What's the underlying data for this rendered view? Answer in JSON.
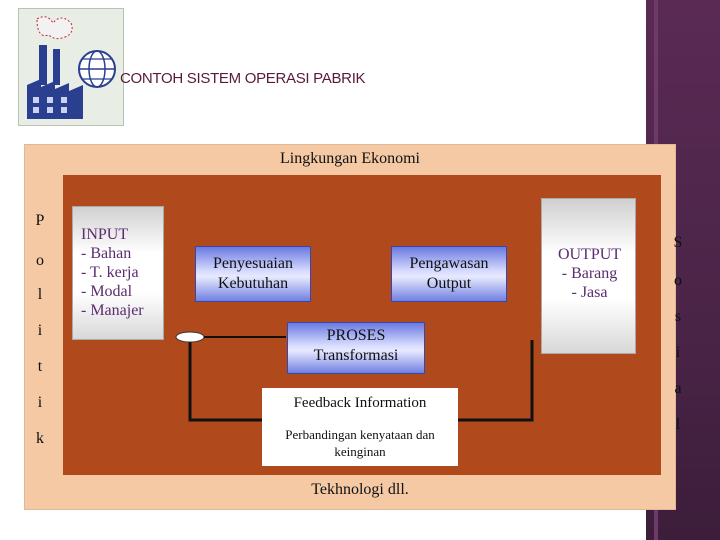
{
  "header": {
    "title": "CONTOH SISTEM OPERASI PABRIK"
  },
  "frame": {
    "top_label": "Lingkungan Ekonomi",
    "bottom_label": "Tekhnologi dll."
  },
  "left_column": [
    "P",
    "o",
    "l",
    "i",
    "t",
    "i",
    "k"
  ],
  "right_column": [
    "S",
    "o",
    "s",
    "i",
    "a",
    "l"
  ],
  "input_box": {
    "text": "INPUT\n- Bahan\n- T. kerja\n- Modal\n- Manajer"
  },
  "output_box": {
    "line1": "OUTPUT",
    "line2": "- Barang",
    "line3": "- Jasa"
  },
  "penyesuaian": {
    "line1": "Penyesuaian",
    "line2": "Kebutuhan"
  },
  "pengawasan": {
    "line1": "Pengawasan",
    "line2": "Output"
  },
  "proses": {
    "line1": "PROSES",
    "line2": "Transformasi"
  },
  "feedback": {
    "label": "Feedback Information"
  },
  "perbandingan": {
    "line1": "Perbandingan kenyataan dan",
    "line2": "keinginan"
  },
  "colors": {
    "frame": "#f4c9a4",
    "inner": "#b04a1c",
    "blue_box": "#6a7ae0",
    "text_purple": "#5b2c6f",
    "title": "#5a1a3a",
    "band": "#4a2447"
  }
}
